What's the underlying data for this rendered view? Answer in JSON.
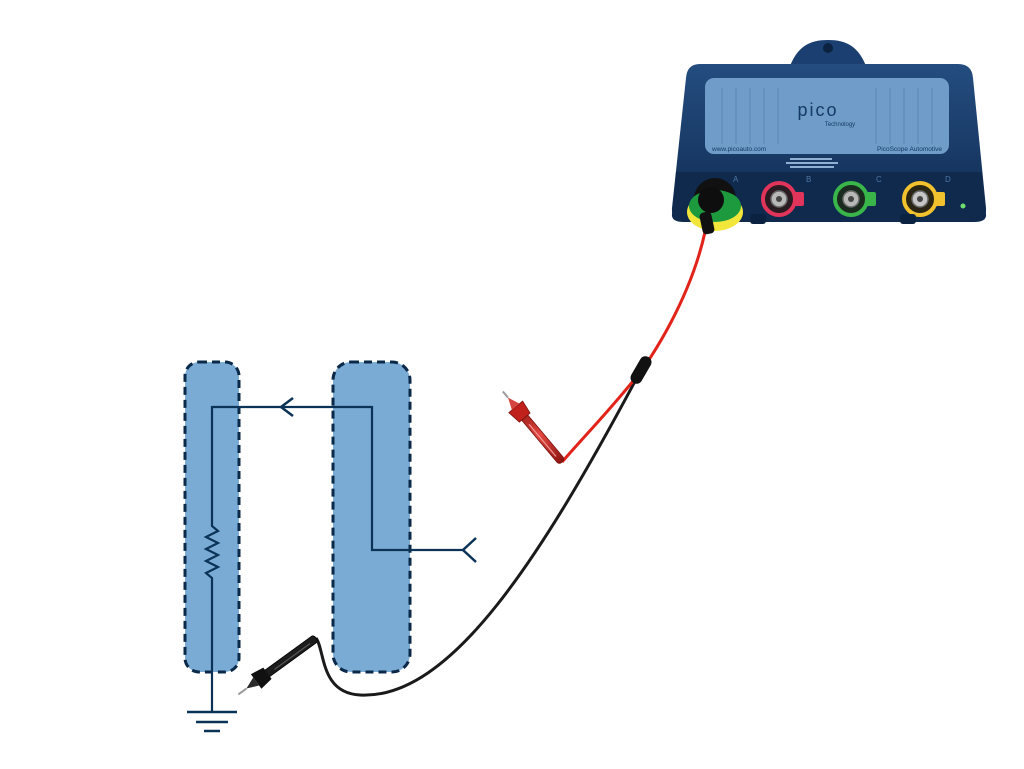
{
  "scope": {
    "brand": "pico",
    "sub_brand": "Technology",
    "website": "www.picoauto.com",
    "model": "PicoScope Automotive",
    "channel_letters": [
      "A",
      "B",
      "C",
      "D"
    ]
  },
  "colors": {
    "module_fill": "#7aabd4",
    "module_border": "#0b2a4a",
    "wire": "#0b3357",
    "scope_body": "#173a68",
    "scope_panel": "#6f9cc8",
    "lead_red": "#e2231a",
    "lead_black": "#1a1a1a",
    "ring_red": "#e0345a",
    "ring_green": "#39b54a",
    "ring_yellow": "#f2c12e"
  },
  "icons": {
    "resistor": "zigzag-resistor-icon",
    "ground": "ground-symbol-icon",
    "arrow": "signal-arrow-icon",
    "fork": "probe-connection-fork-icon"
  }
}
